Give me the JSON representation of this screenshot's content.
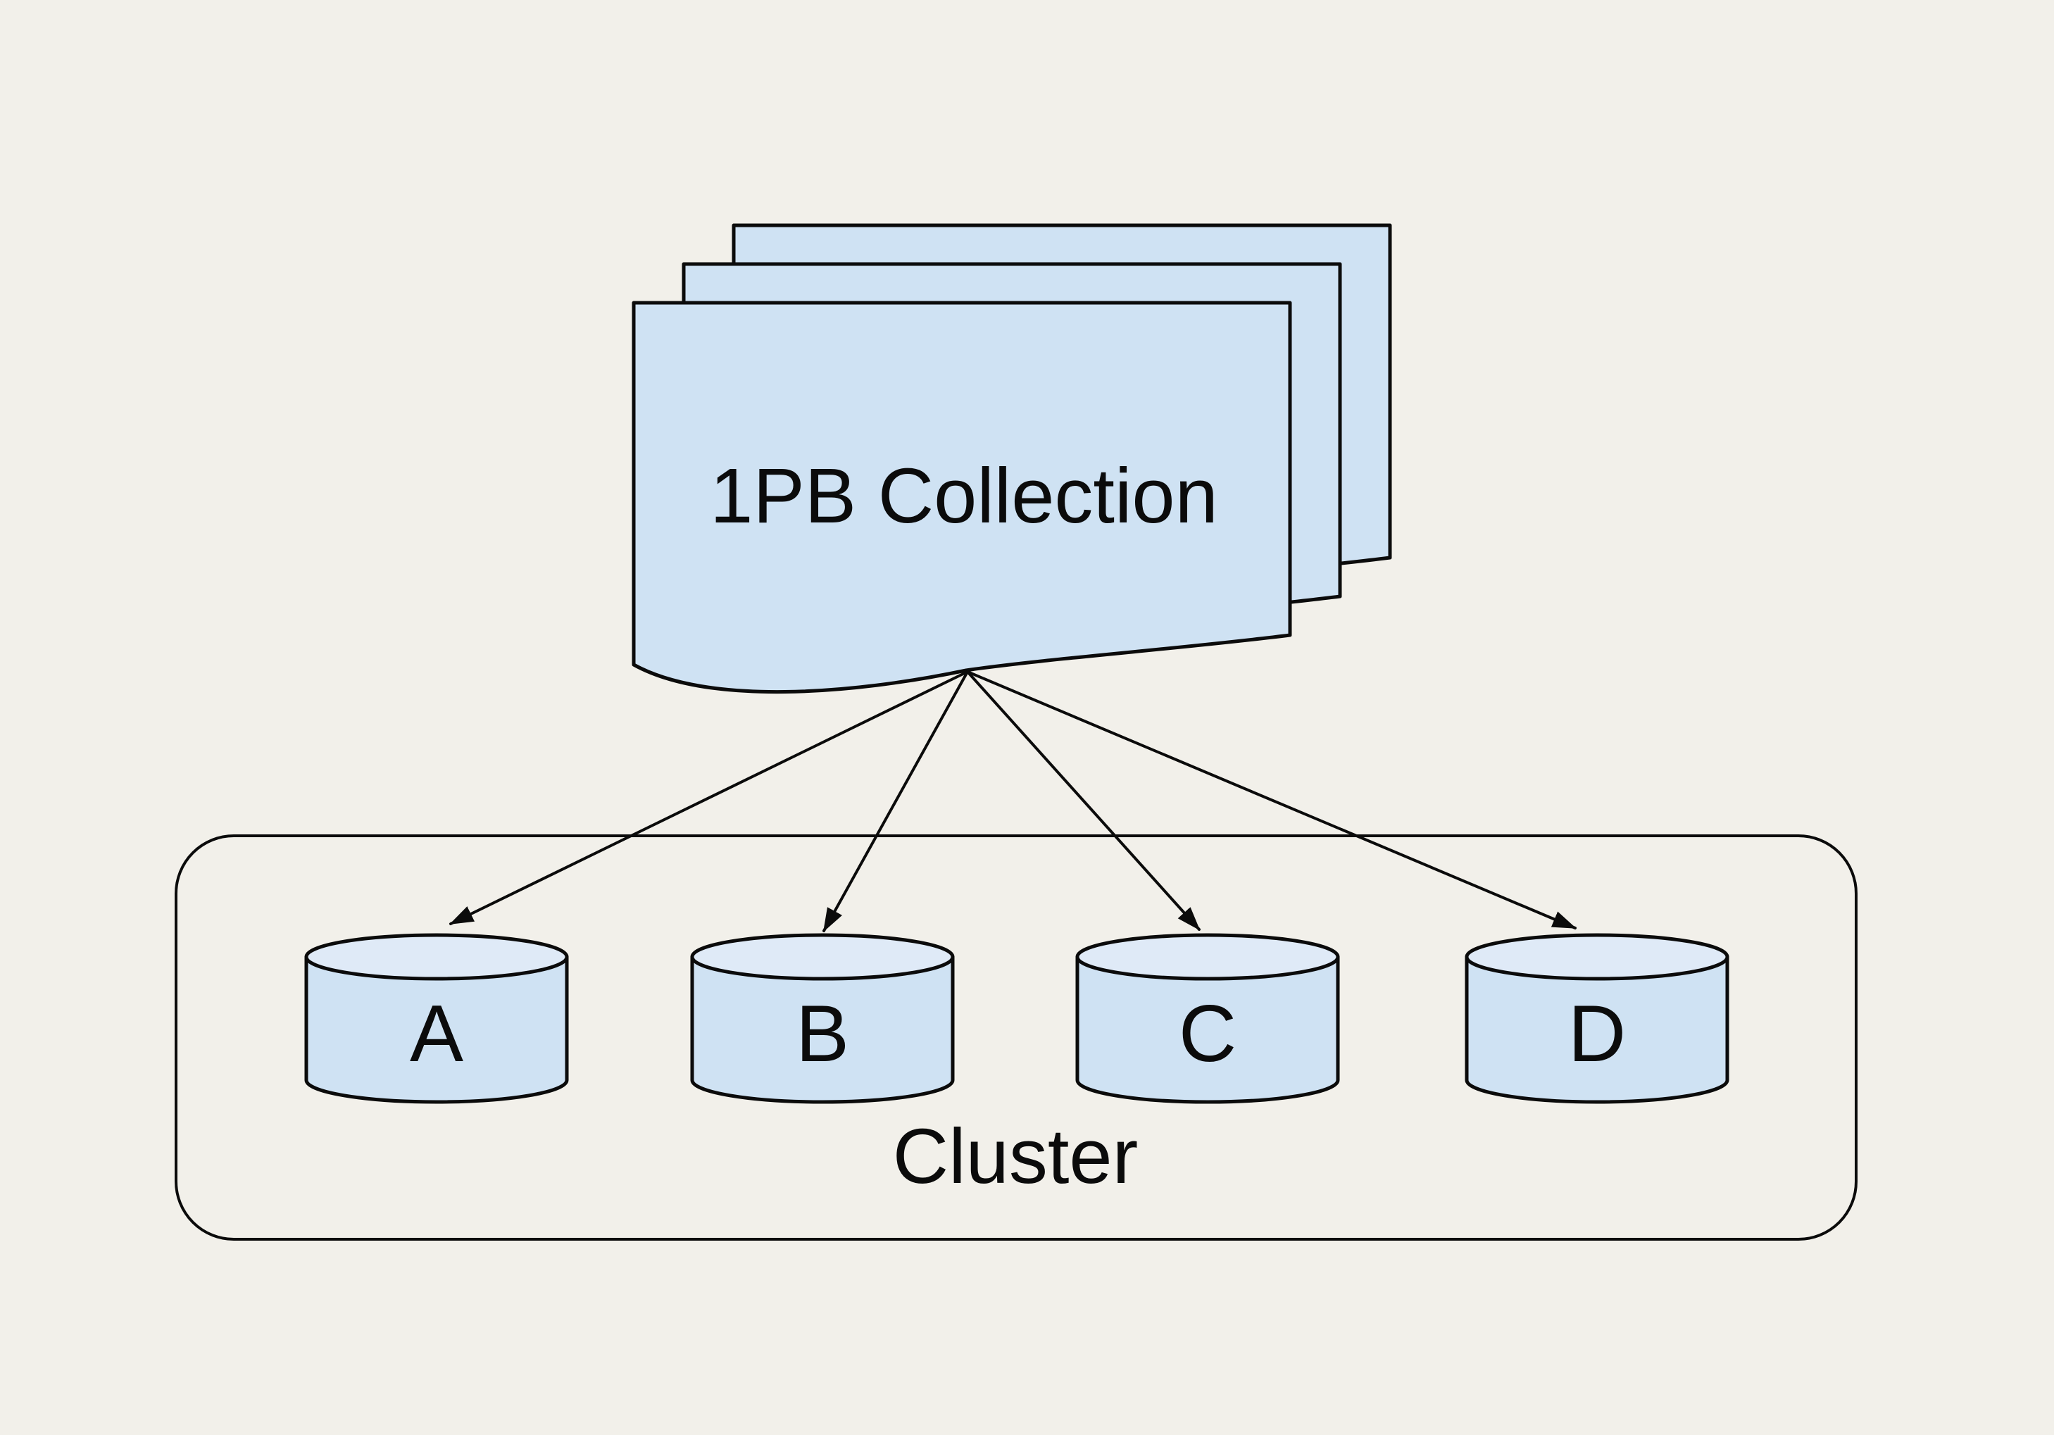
{
  "diagram": {
    "background": "#f2f0ea",
    "stroke_color": "#0b0b0b",
    "node_fill": "#cfe2f3",
    "node_fill_top": "#dfeaf7",
    "source": {
      "label": "1PB Collection",
      "shape": "document-stack",
      "pages": 3
    },
    "cluster": {
      "label": "Cluster",
      "shape": "rounded-rectangle",
      "databases": [
        {
          "label": "A"
        },
        {
          "label": "B"
        },
        {
          "label": "C"
        },
        {
          "label": "D"
        }
      ]
    },
    "edges": [
      {
        "from": "1PB Collection",
        "to": "A"
      },
      {
        "from": "1PB Collection",
        "to": "B"
      },
      {
        "from": "1PB Collection",
        "to": "C"
      },
      {
        "from": "1PB Collection",
        "to": "D"
      }
    ]
  }
}
